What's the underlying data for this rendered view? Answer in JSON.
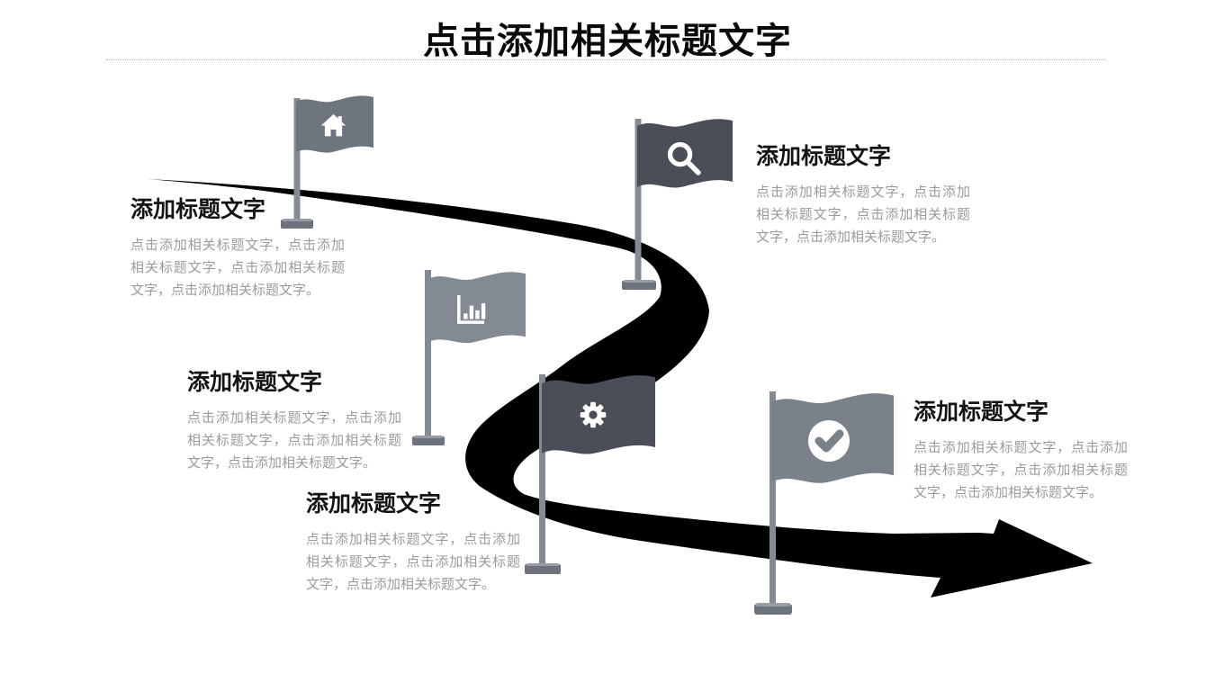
{
  "slide": {
    "title": "点击添加相关标题文字"
  },
  "milestones": [
    {
      "icon": "home-icon",
      "title": "添加标题文字",
      "body": "点击添加相关标题文字，点击添加相关标题文字，点击添加相关标题文字，点击添加相关标题文字。"
    },
    {
      "icon": "search-icon",
      "title": "添加标题文字",
      "body": "点击添加相关标题文字，点击添加相关标题文字，点击添加相关标题文字，点击添加相关标题文字。"
    },
    {
      "icon": "bar-chart-icon",
      "title": "添加标题文字",
      "body": "点击添加相关标题文字，点击添加相关标题文字，点击添加相关标题文字，点击添加相关标题文字。"
    },
    {
      "icon": "gear-icon",
      "title": "添加标题文字",
      "body": "点击添加相关标题文字，点击添加相关标题文字，点击添加相关标题文字，点击添加相关标题文字。"
    },
    {
      "icon": "check-icon",
      "title": "添加标题文字",
      "body": "点击添加相关标题文字，点击添加相关标题文字，点击添加相关标题文字，点击添加相关标题文字。"
    }
  ],
  "colors": {
    "road": "#000000",
    "flag_dark": "#4a4f57",
    "flag_medium_1": "#6f757e",
    "flag_medium_3": "#848a92",
    "flag_medium_5": "#7b8189",
    "pole": "#858b94",
    "pole_base": "#6d737c",
    "title_text": "#0a0a0a",
    "body_text": "#9b9b9b"
  }
}
